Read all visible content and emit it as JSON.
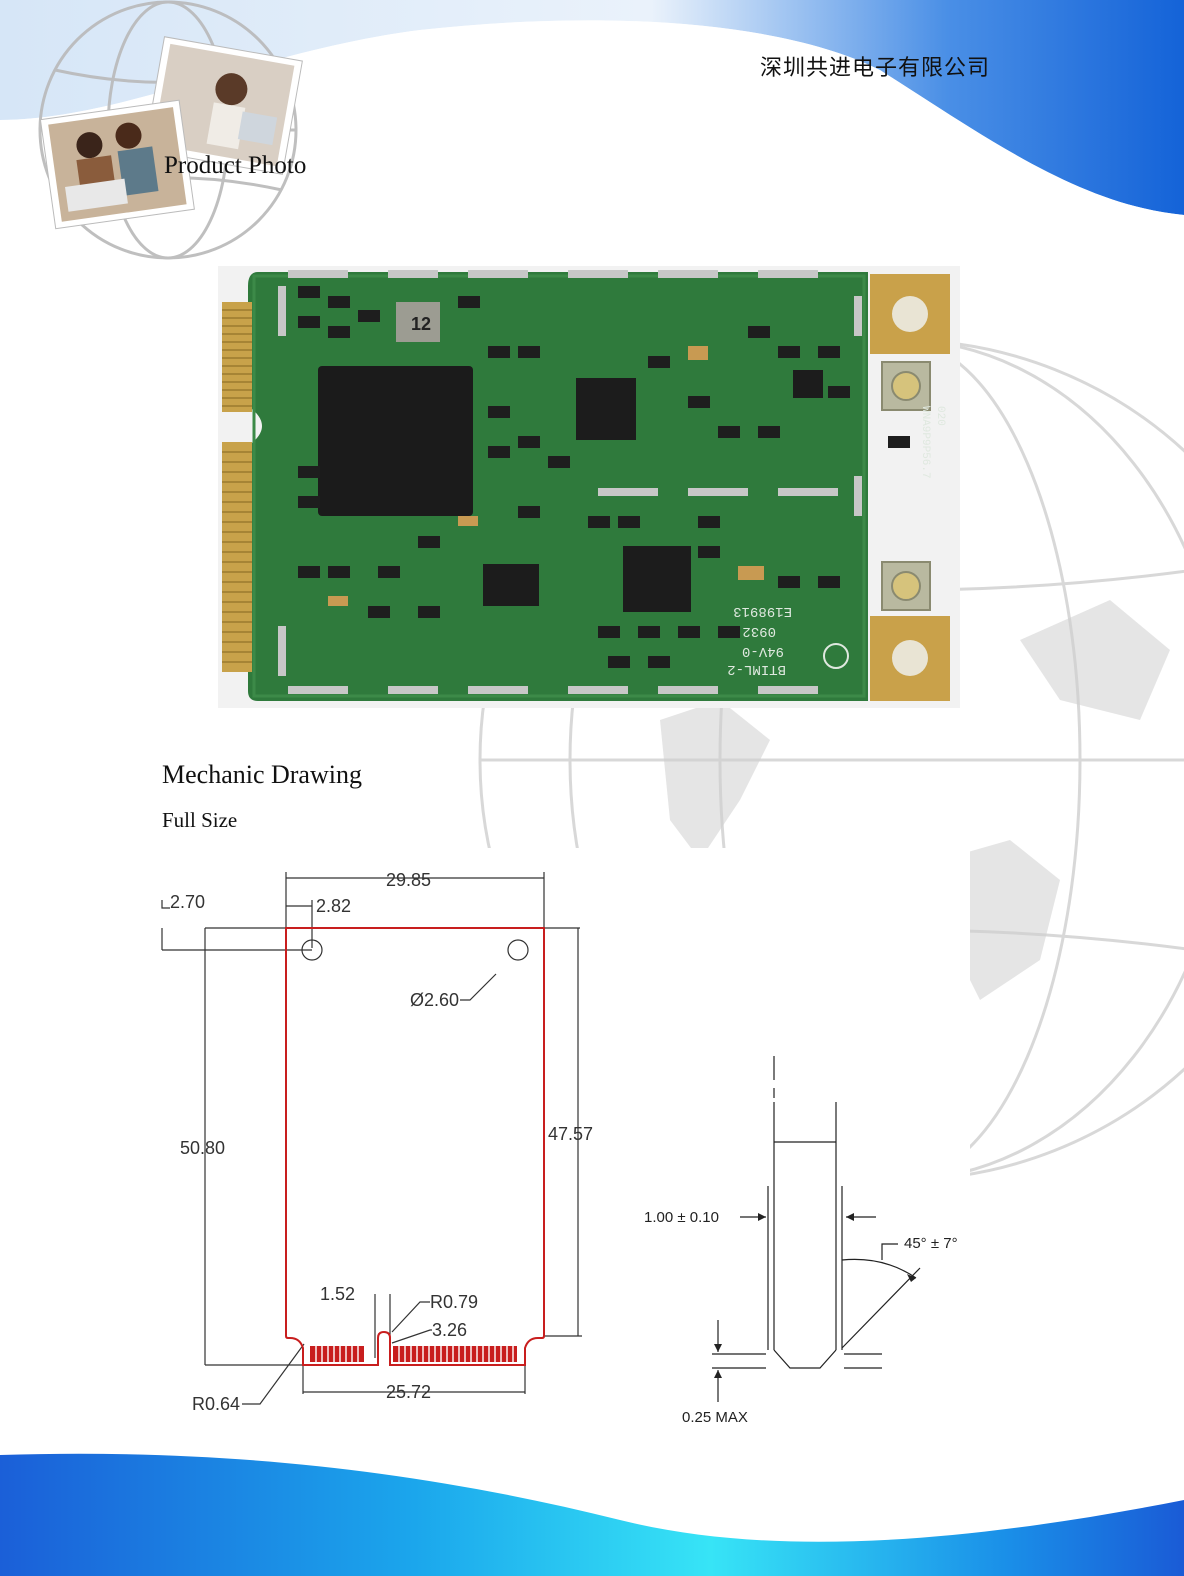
{
  "header": {
    "company_name": "深圳共进电子有限公司"
  },
  "section_photo": {
    "title": "Product Photo",
    "pcb_markings": {
      "chip_label": "12",
      "silk_1": "E198913",
      "silk_2": "0932",
      "silk_3": "94V-0",
      "silk_4": "BTIML-2",
      "side_code": "WNA9P9P56.7",
      "side_code_2": "020"
    }
  },
  "section_mech": {
    "title": "Mechanic Drawing",
    "subtitle": "Full Size",
    "dims": {
      "width_top": "29.85",
      "offset_left": "2.70",
      "hole_offset": "2.82",
      "hole_dia": "Ø2.60",
      "height_total": "50.80",
      "height_inner": "47.57",
      "notch_width": "1.52",
      "notch_radius": "R0.79",
      "notch_offset": "3.26",
      "corner_radius": "R0.64",
      "bottom_width": "25.72"
    },
    "edge_profile": {
      "thickness": "1.00 ± 0.10",
      "chamfer_angle": "45° ± 7°",
      "chamfer_depth": "0.25 MAX"
    }
  },
  "colors": {
    "banner_blue": "#1463d8",
    "banner_cyan": "#2fd6f2",
    "outline_red": "#c81e1e",
    "pcb_green": "#2f7a3c"
  }
}
